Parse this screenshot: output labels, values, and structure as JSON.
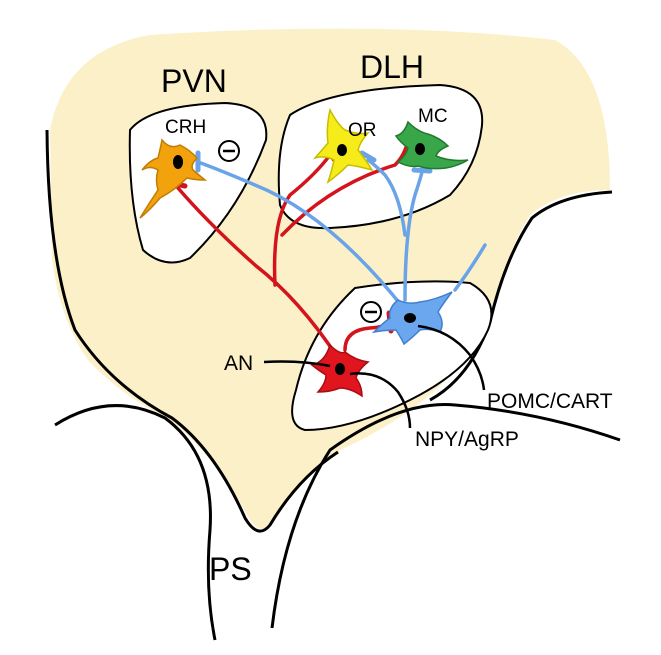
{
  "regions": {
    "pvn": "PVN",
    "dlh": "DLH",
    "ps": "PS"
  },
  "neurons": {
    "crh": "CRH",
    "or": "OR",
    "mc": "MC",
    "an": "AN",
    "npy_agrp": "NPY/AgRP",
    "pomc_cart": "POMC/CART"
  },
  "inhibition_symbol": "⊖",
  "colors": {
    "hypothalamus_fill": "#fbf0c8",
    "crh_neuron": "#f2a20c",
    "or_neuron": "#f5ec1a",
    "mc_neuron": "#3aa64a",
    "npy_agrp_neuron": "#e0151d",
    "pomc_cart_neuron": "#6aa7ee",
    "npy_agrp_projection": "#d4141c",
    "pomc_cart_projection": "#6aa3e8"
  }
}
